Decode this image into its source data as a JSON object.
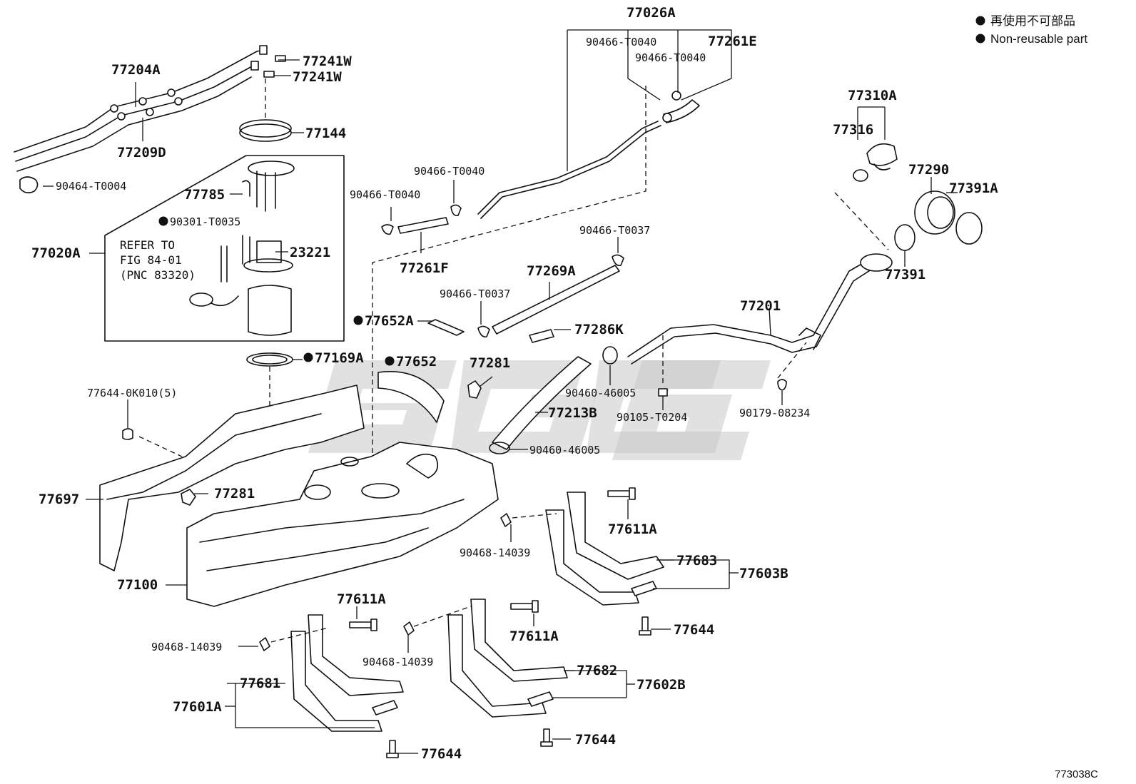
{
  "legend": {
    "label_jp": "再使用不可部品",
    "label_en": "Non-reusable part"
  },
  "figure_code": "773038C",
  "refer_note": {
    "line1": "REFER TO",
    "line2": "FIG 84-01",
    "line3": "(PNC 83320)"
  },
  "parts": {
    "p77026A": "77026A",
    "p90466T0040_a": "90466-T0040",
    "p90466T0040_b": "90466-T0040",
    "p77261E": "77261E",
    "p77204A": "77204A",
    "p77241W_a": "77241W",
    "p77241W_b": "77241W",
    "p77144": "77144",
    "p77209D": "77209D",
    "p90464T0004": "90464-T0004",
    "p77785": "77785",
    "p90301T0035": "90301-T0035",
    "p77020A": "77020A",
    "p23221": "23221",
    "p90466T0040_c": "90466-T0040",
    "p90466T0040_d": "90466-T0040",
    "p77261F": "77261F",
    "p90466T0037_a": "90466-T0037",
    "p77269A": "77269A",
    "p90466T0037_b": "90466-T0037",
    "p77286K": "77286K",
    "p77652A": "77652A",
    "p77169A": "77169A",
    "p77652": "77652",
    "p77281_a": "77281",
    "p77310A": "77310A",
    "p77316": "77316",
    "p77290": "77290",
    "p77391A": "77391A",
    "p77391": "77391",
    "p77201": "77201",
    "p90460_46005_a": "90460-46005",
    "p90105T0204": "90105-T0204",
    "p90179_08234": "90179-08234",
    "p77213B": "77213B",
    "p90460_46005_b": "90460-46005",
    "p77644_0K010": "77644-0K010(5)",
    "p77697": "77697",
    "p77281_b": "77281",
    "p77100": "77100",
    "p77611A_a": "77611A",
    "p90468_14039_a": "90468-14039",
    "p77683": "77683",
    "p77603B": "77603B",
    "p77644_a": "77644",
    "p77611A_b": "77611A",
    "p90468_14039_b": "90468-14039",
    "p90468_14039_c": "90468-14039",
    "p77611A_c": "77611A",
    "p77681": "77681",
    "p77601A": "77601A",
    "p77682": "77682",
    "p77602B": "77602B",
    "p77644_b": "77644",
    "p77644_c": "77644"
  }
}
